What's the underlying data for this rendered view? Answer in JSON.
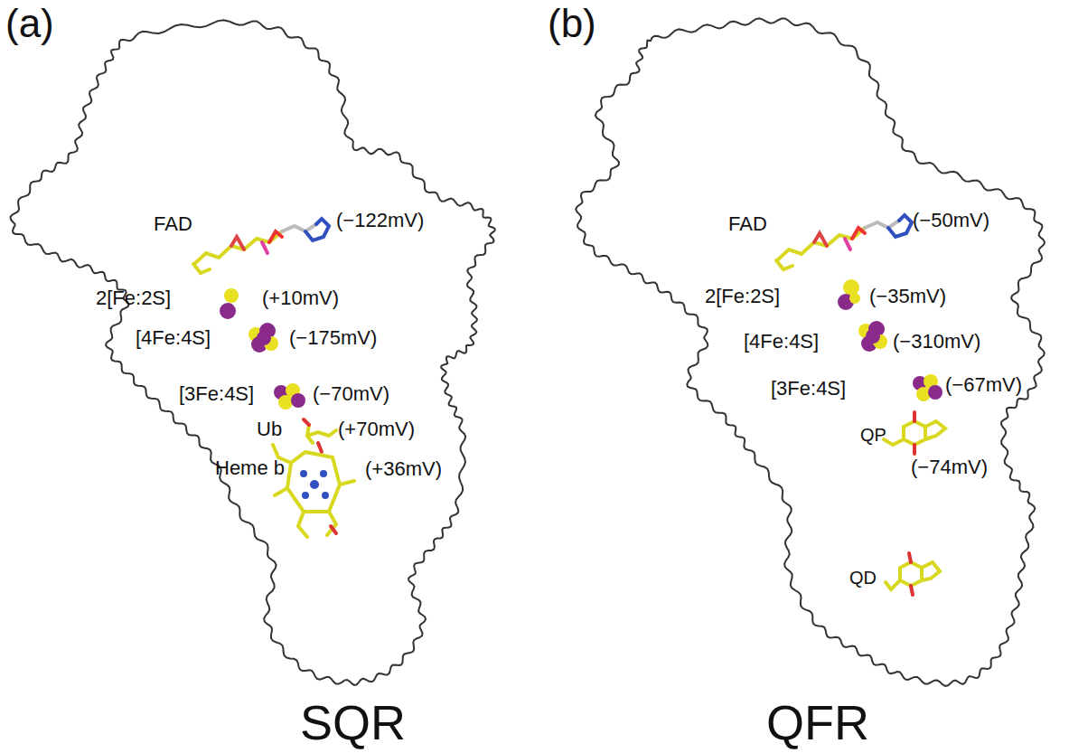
{
  "diagram": {
    "nodes": [
      {
        "text": [
          "SQR"
        ]
      },
      {
        "text": [
          "QFR"
        ]
      }
    ],
    "labels": [
      "(a)",
      "FAD",
      "(−122mV)",
      "2[Fe:2S]",
      "(+10mV)",
      "[4Fe:4S]",
      "(−175mV)",
      "[3Fe:4S]",
      "(−70mV)",
      "Ub",
      "(+70mV)",
      "Heme b",
      "(+36mV)",
      "(b)",
      "FAD",
      "(−50mV)",
      "2[Fe:2S]",
      "(−35mV)",
      "[4Fe:4S]",
      "(−310mV)",
      "[3Fe:4S]",
      "(−67mV)",
      "QP",
      "(−74mV)",
      "QD"
    ]
  }
}
